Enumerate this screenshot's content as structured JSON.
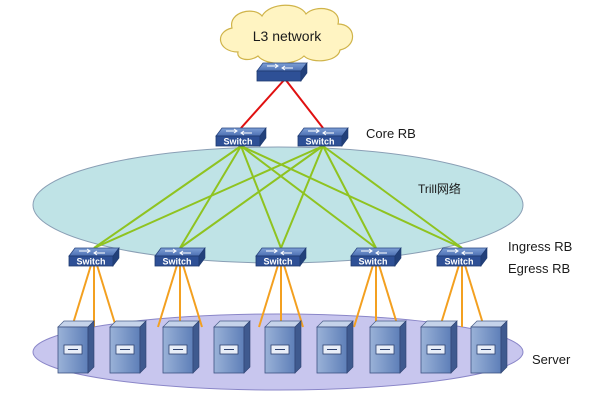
{
  "cloud": {
    "label": "L3 network"
  },
  "labels": {
    "core": "Core RB",
    "trill": "Trill网络",
    "ingress": "Ingress RB",
    "egress": "Egress RB",
    "server": "Server"
  },
  "switch_label": "Switch",
  "colors": {
    "cloud_fill": "#fff4c2",
    "trill_fill": "#bfe3e6",
    "server_fill": "#c8c6ee",
    "red_link": "#e01010",
    "green_link": "#8fc320",
    "orange_link": "#f3a020",
    "switch_top": "#5b7fc0",
    "switch_front": "#2e5096"
  }
}
